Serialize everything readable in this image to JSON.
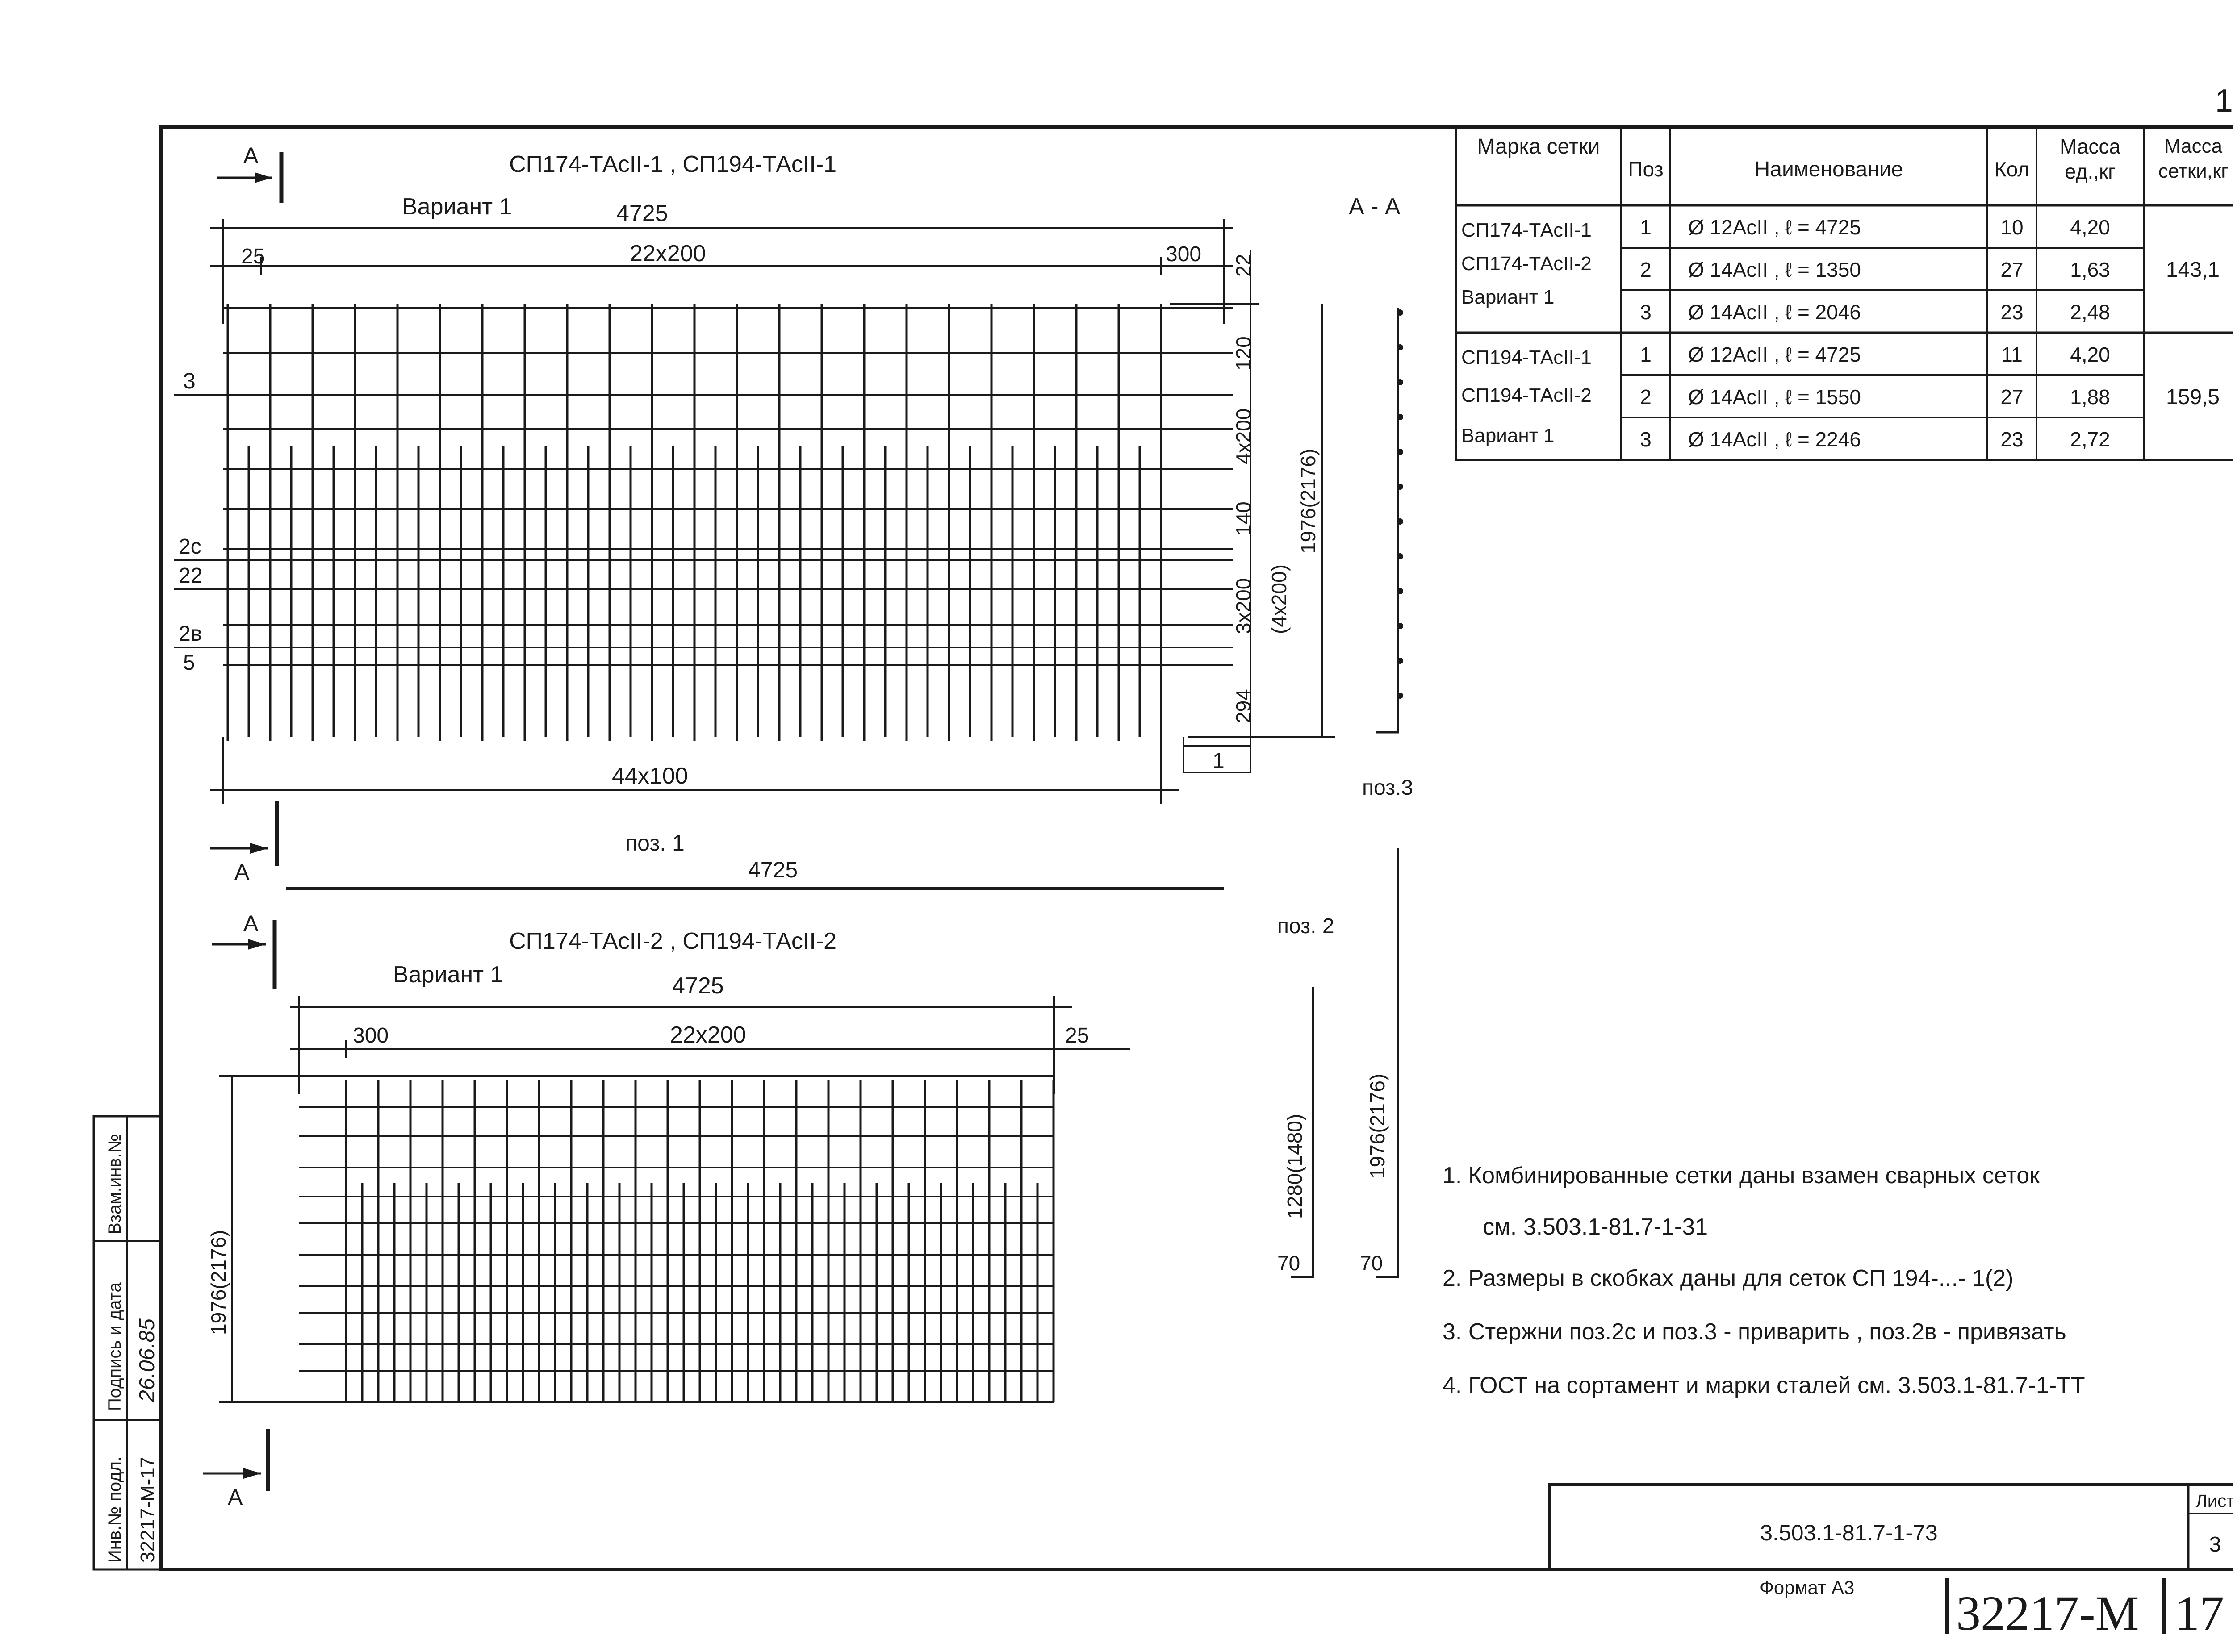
{
  "page_number": "17",
  "variant1_top": {
    "title": "СП174-ТАсII-1 , СП194-ТАсII-1",
    "variant": "Вариант 1",
    "section_mark": "А",
    "total_length": "4725",
    "end_left": "25",
    "spacing": "22x200",
    "end_right": "300",
    "bottom_spacing": "44x100",
    "pos_label": "поз. 1",
    "bottom_length": "4725",
    "dim_v_top": "22",
    "dim_v_120": "120",
    "dim_v_4x200": "4x200",
    "dim_v_140": "140",
    "dim_v_3x200": "3x200",
    "dim_v_4x200b": "(4x200)",
    "dim_v_294": "294",
    "dim_v_total": "1976(2176)",
    "dim_box": "1",
    "side_labels": [
      "3",
      "2с",
      "22",
      "2в",
      "5"
    ]
  },
  "section_aa": {
    "title": "А - А",
    "pos3": "поз.3",
    "pos2": "поз. 2",
    "dim1": "1280(1480)",
    "dim2": "1976(2176)",
    "dim_a": "70",
    "dim_b": "70"
  },
  "variant1_bottom": {
    "title": "СП174-ТАсII-2 , СП194-ТАсII-2",
    "variant": "Вариант 1",
    "section_mark": "А",
    "total_length": "4725",
    "end_left": "300",
    "spacing": "22x200",
    "end_right": "25",
    "dim_v_total": "1976(2176)"
  },
  "spec_table": {
    "headers": [
      "Марка сетки",
      "Поз",
      "Наименование",
      "Кол",
      "Масса ед.,кг",
      "Масса сетки,кг"
    ],
    "groups": [
      {
        "marks": [
          "СП174-ТАсII-1",
          "СП174-ТАсII-2",
          "Вариант 1"
        ],
        "mass_total": "143,1",
        "rows": [
          {
            "pos": "1",
            "name": "Ø 12АсII , ℓ = 4725",
            "qty": "10",
            "mass": "4,20"
          },
          {
            "pos": "2",
            "name": "Ø 14АсII , ℓ = 1350",
            "qty": "27",
            "mass": "1,63"
          },
          {
            "pos": "3",
            "name": "Ø 14АсII , ℓ = 2046",
            "qty": "23",
            "mass": "2,48"
          }
        ]
      },
      {
        "marks": [
          "СП194-ТАсII-1",
          "СП194-ТАсII-2",
          "Вариант 1"
        ],
        "mass_total": "159,5",
        "rows": [
          {
            "pos": "1",
            "name": "Ø 12АсII , ℓ = 4725",
            "qty": "11",
            "mass": "4,20"
          },
          {
            "pos": "2",
            "name": "Ø 14АсII , ℓ = 1550",
            "qty": "27",
            "mass": "1,88"
          },
          {
            "pos": "3",
            "name": "Ø 14АсII , ℓ = 2246",
            "qty": "23",
            "mass": "2,72"
          }
        ]
      }
    ]
  },
  "notes": [
    "1.  Комбинированные сетки даны взамен сварных сеток",
    "см.  3.503.1-81.7-1-31",
    "2.  Размеры в скобках даны для сеток СП 194-...- 1(2)",
    "3.  Стержни поз.2с и поз.3 - приварить , поз.2в - привязать",
    "4.  ГОСТ на сортамент и марки сталей см. 3.503.1-81.7-1-ТТ"
  ],
  "title_block": {
    "code": "3.503.1-81.7-1-73",
    "sheet_label": "Лист",
    "sheet_no": "3",
    "format": "Формат А3",
    "archive_no": "32217-М",
    "archive_page": "17"
  },
  "side_stamp": {
    "inv_label": "Инв.№ подл.",
    "inv_value": "32217-М-17",
    "sign_label": "Подпись и дата",
    "sign_value": "26.06.85",
    "replace_label": "Взам.инв.№"
  }
}
